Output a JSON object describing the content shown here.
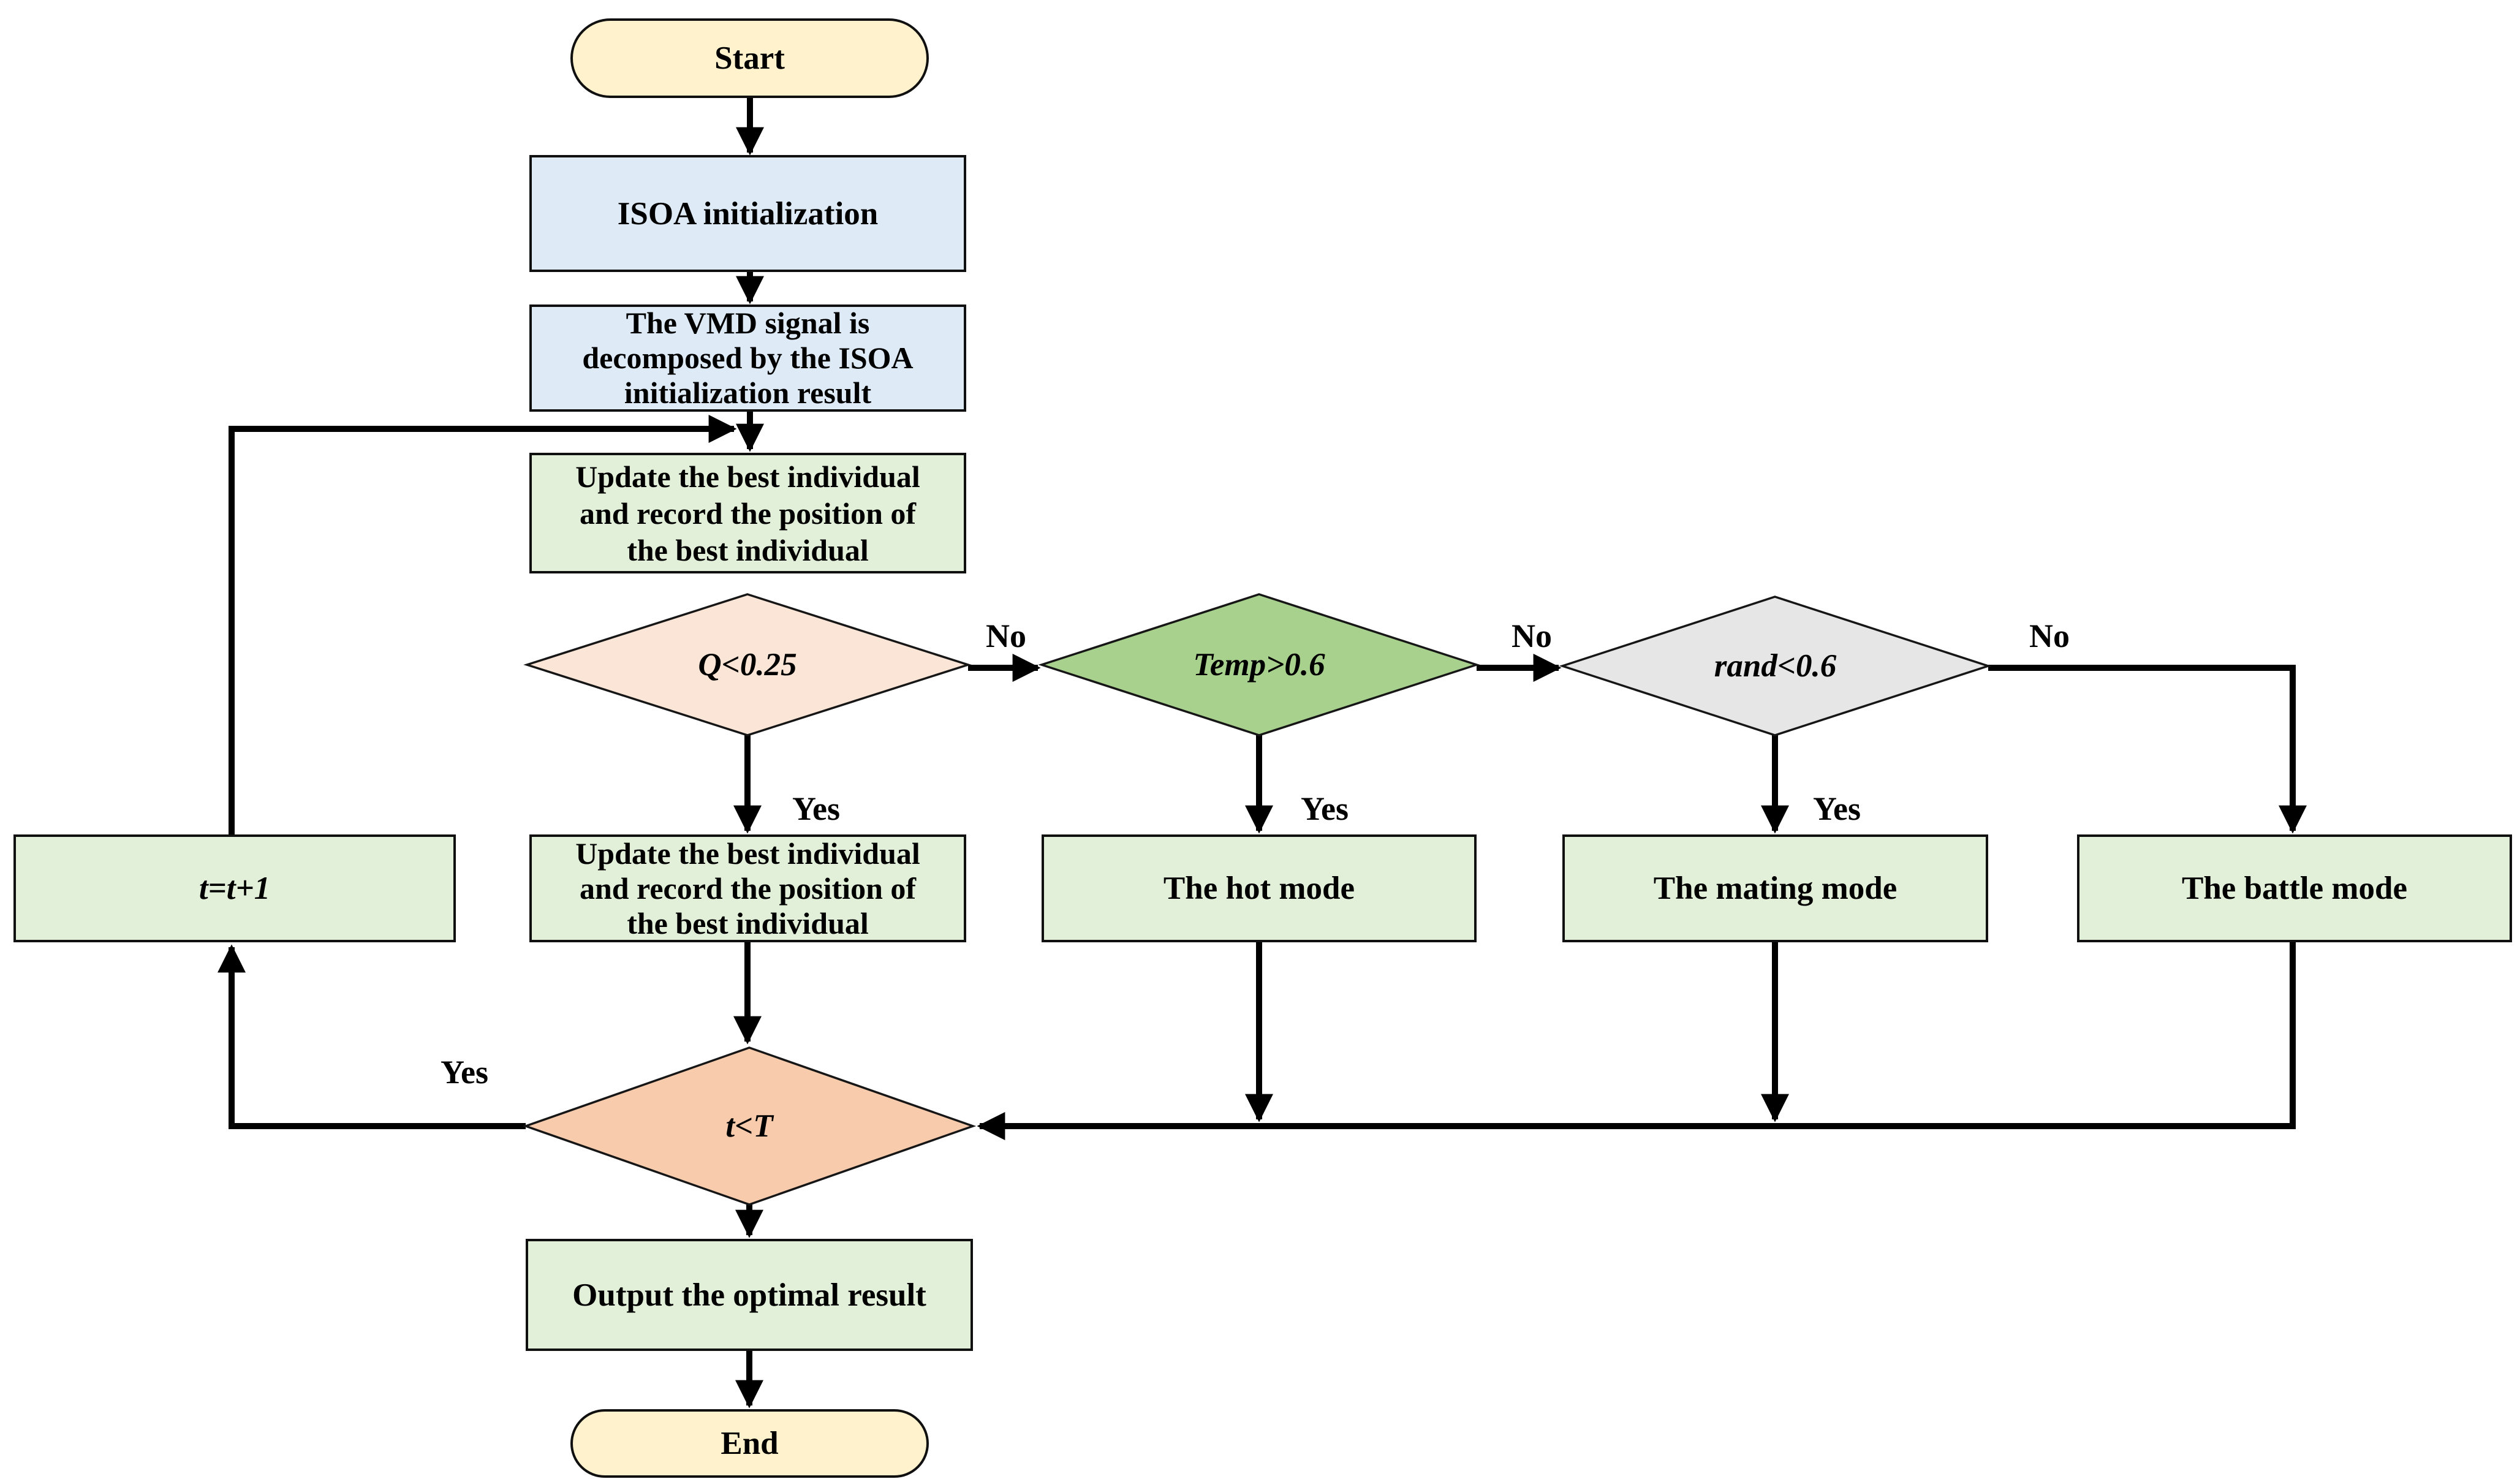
{
  "colors": {
    "terminator_fill": "#FFF2CC",
    "process_blue_fill": "#DEEBF7",
    "process_green_fill": "#E2F0D9",
    "decision_peach_fill": "#FBE5D6",
    "decision_green_fill": "#A9D18E",
    "decision_gray_fill": "#E7E6E6",
    "decision_orange_fill": "#F8CBAD",
    "line_color": "#000000"
  },
  "labels": {
    "yes": "Yes",
    "no": "No"
  },
  "nodes": {
    "start": {
      "type": "terminator",
      "label": "Start"
    },
    "isoa_init": {
      "type": "process",
      "label": "ISOA initialization"
    },
    "vmd": {
      "type": "process",
      "label": "The VMD signal is\ndecomposed by the ISOA\ninitialization result"
    },
    "update_best_top": {
      "type": "process",
      "label": "Update the best individual\nand record the position of\nthe best individual"
    },
    "q_decision": {
      "type": "decision",
      "label": "Q<0.25"
    },
    "temp_decision": {
      "type": "decision",
      "label": "Temp>0.6"
    },
    "rand_decision": {
      "type": "decision",
      "label": "rand<0.6"
    },
    "update_best_yes": {
      "type": "process",
      "label": "Update the best individual\nand record the position of\nthe best individual"
    },
    "hot_mode": {
      "type": "process",
      "label": "The hot mode"
    },
    "mating_mode": {
      "type": "process",
      "label": "The mating mode"
    },
    "battle_mode": {
      "type": "process",
      "label": "The battle mode"
    },
    "t_increment": {
      "type": "process",
      "label": "t=t+1"
    },
    "t_check": {
      "type": "decision",
      "label": "t<T"
    },
    "output": {
      "type": "process",
      "label": "Output the optimal result"
    },
    "end": {
      "type": "terminator",
      "label": "End"
    }
  }
}
